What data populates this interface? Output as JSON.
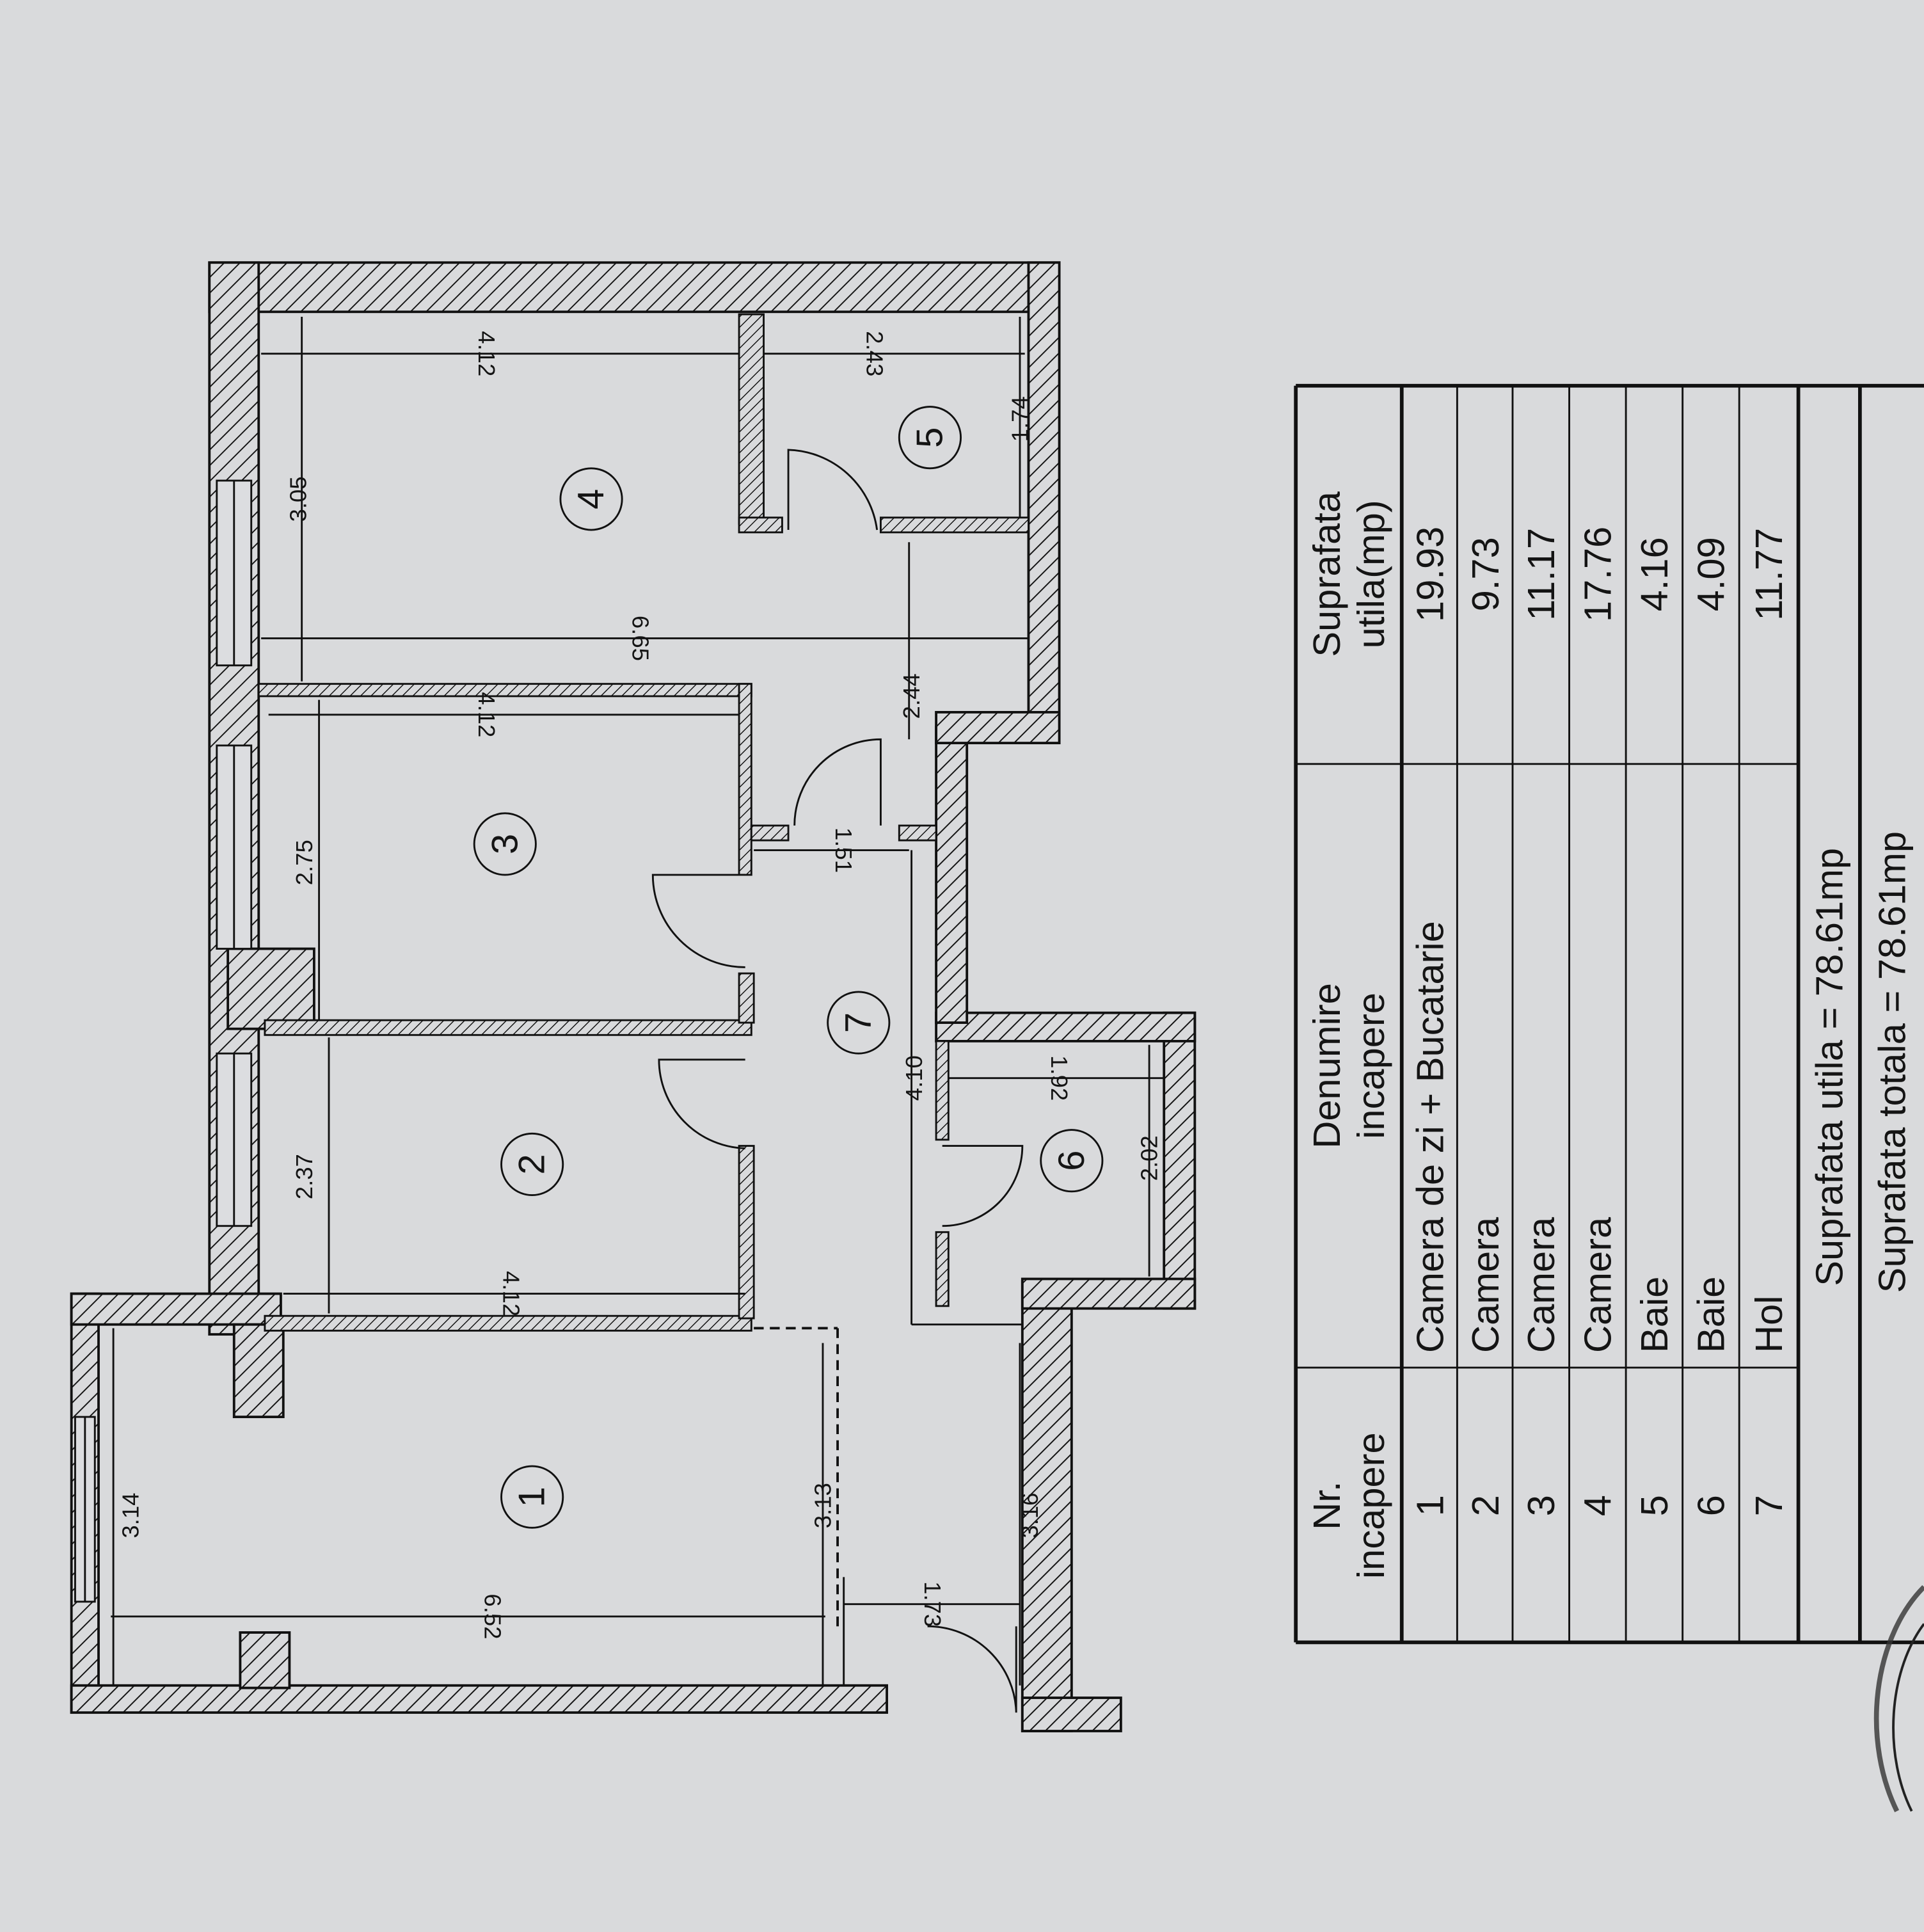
{
  "plan": {
    "rooms": [
      {
        "number": "1"
      },
      {
        "number": "2"
      },
      {
        "number": "3"
      },
      {
        "number": "4"
      },
      {
        "number": "5"
      },
      {
        "number": "6"
      },
      {
        "number": "7"
      }
    ],
    "dimensions": {
      "d_3_14": "3.14",
      "d_6_52": "6.52",
      "d_3_13": "3.13",
      "d_1_73": "1.73",
      "d_3_16": "3.16",
      "d_2_37": "2.37",
      "d_4_12_a": "4.12",
      "d_2_75": "2.75",
      "d_4_12_b": "4.12",
      "d_3_05": "3.05",
      "d_4_12_c": "4.12",
      "d_6_65": "6.65",
      "d_2_43": "2.43",
      "d_1_74": "1.74",
      "d_2_44": "2.44",
      "d_1_51": "1.51",
      "d_4_10": "4.10",
      "d_1_92": "1.92",
      "d_2_02": "2.02"
    }
  },
  "table": {
    "headers": {
      "nr_1": "Nr.",
      "nr_2": "incapere",
      "name_1": "Denumire",
      "name_2": "incapere",
      "area_1": "Suprafata",
      "area_2": "utila(mp)"
    },
    "rows": [
      {
        "nr": "1",
        "name": "Camera de zi + Bucatarie",
        "area": "19.93"
      },
      {
        "nr": "2",
        "name": "Camera",
        "area": "9.73"
      },
      {
        "nr": "3",
        "name": "Camera",
        "area": "11.17"
      },
      {
        "nr": "4",
        "name": "Camera",
        "area": "17.76"
      },
      {
        "nr": "5",
        "name": "Baie",
        "area": "4.16"
      },
      {
        "nr": "6",
        "name": "Baie",
        "area": "4.09"
      },
      {
        "nr": "7",
        "name": "Hol",
        "area": "11.77"
      }
    ],
    "total_useful": "Suprafata utila = 78.61mp",
    "total_area": "Suprafata totala = 78.61mp"
  }
}
